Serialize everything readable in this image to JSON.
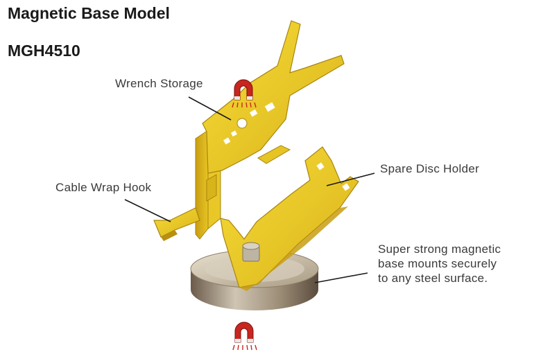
{
  "product": {
    "title_line1": "Magnetic Base Model",
    "title_line2": "MGH4510"
  },
  "callouts": {
    "wrench_storage": "Wrench Storage",
    "cable_wrap_hook": "Cable Wrap Hook",
    "spare_disc_holder": "Spare Disc Holder",
    "base_line1": "Super strong magnetic",
    "base_line2": "base mounts securely",
    "base_line3": "to any steel surface."
  },
  "colors": {
    "bracket_yellow": "#f2d22a",
    "bracket_shadow": "#c9a516",
    "magnet_red": "#c7271f",
    "base_steel": "#b9ad98"
  },
  "icons": [
    "magnet-icon",
    "magnet-icon"
  ]
}
